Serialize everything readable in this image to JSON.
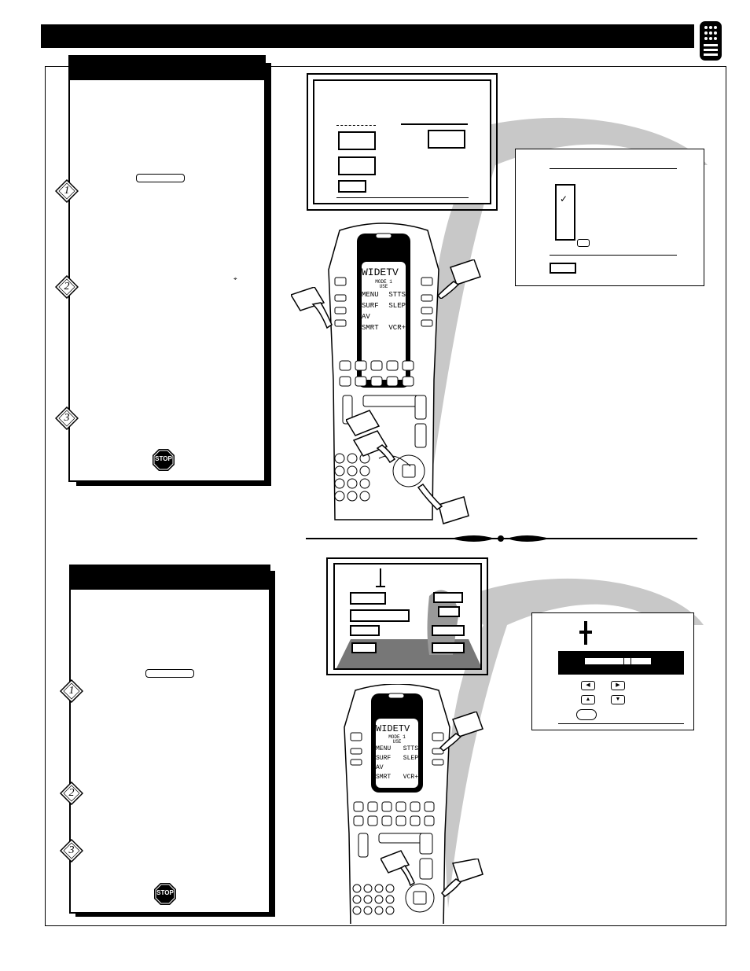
{
  "remote_lcd": {
    "brand": "WIDETV",
    "mode": "MODE 1",
    "sub": "USE",
    "row1_left": "MENU",
    "row1_right": "STTS",
    "row2_left": "SURF",
    "row2_right": "SLEP",
    "row3_left": "AV",
    "row4_left": "SMRT",
    "row4_right": "VCR+"
  },
  "steps_top": [
    "1",
    "2",
    "3"
  ],
  "steps_bottom": [
    "1",
    "2",
    "3"
  ],
  "stop_label": "STOP",
  "colors": {
    "ink": "#000000",
    "swoosh": "#c8c8c8",
    "paper": "#ffffff"
  }
}
